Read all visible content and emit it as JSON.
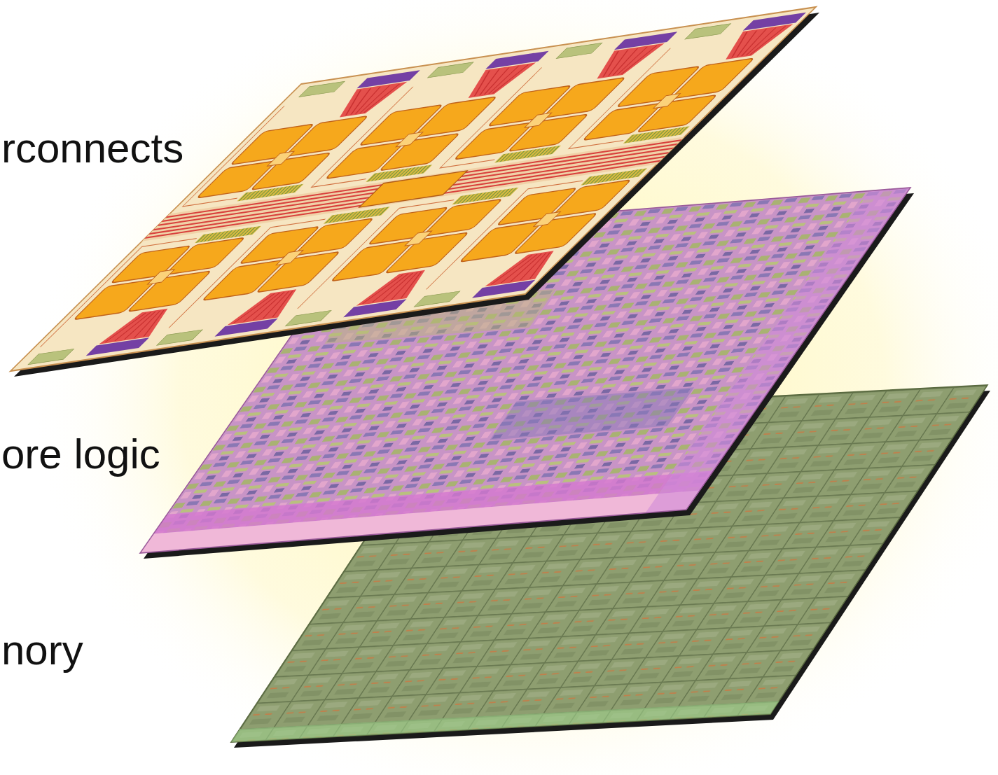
{
  "diagram": {
    "labels": [
      "rconnects",
      "ore logic",
      "nory"
    ]
  }
}
